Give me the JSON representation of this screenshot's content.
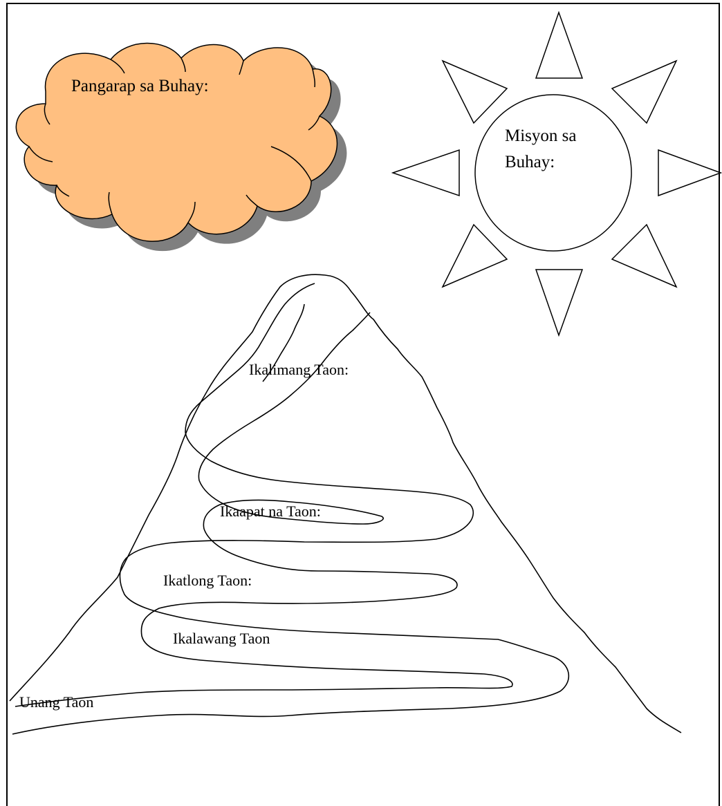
{
  "cloud": {
    "label": "Pangarap sa Buhay:",
    "fill_color": "#FFBF80",
    "shadow_color": "#7F7F7F"
  },
  "sun": {
    "label": "Misyon sa Buhay:"
  },
  "mountain": {
    "path_labels": [
      "Ikalimang Taon:",
      "Ikaapat na Taon:",
      "Ikatlong Taon:",
      "Ikalawang Taon",
      "Unang Taon"
    ]
  }
}
